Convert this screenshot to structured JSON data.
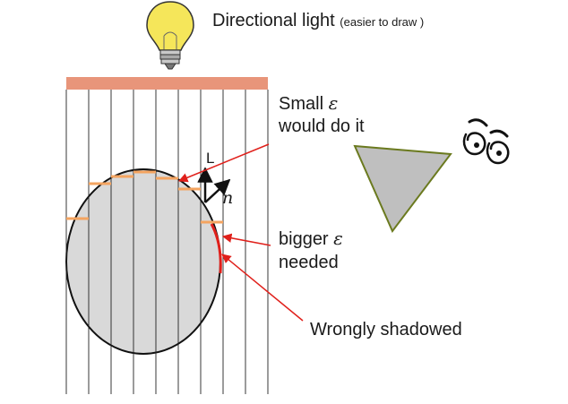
{
  "labels": {
    "light_title": "Directional light",
    "light_note": "(easier to draw )",
    "small_eps_line1": "Small",
    "small_eps_line2": "would do it",
    "bigger_eps_line1": "bigger",
    "bigger_eps_line2": "needed",
    "wrongly_shadowed": "Wrongly shadowed",
    "epsilon": "ε",
    "light_vector": "L",
    "normal_vector": "n"
  },
  "colors": {
    "light_bar": "#e8957a",
    "ellipse_fill": "#d9d9d9",
    "triangle_fill": "#bfbfbf",
    "triangle_stroke": "#6b7a1f",
    "depth_marks": "#f4a460",
    "annotation": "#e0201b",
    "bulb": "#f5e65a",
    "text": "#1a1a1a"
  },
  "icons": [
    "light-bulb-icon",
    "eye-icon"
  ]
}
